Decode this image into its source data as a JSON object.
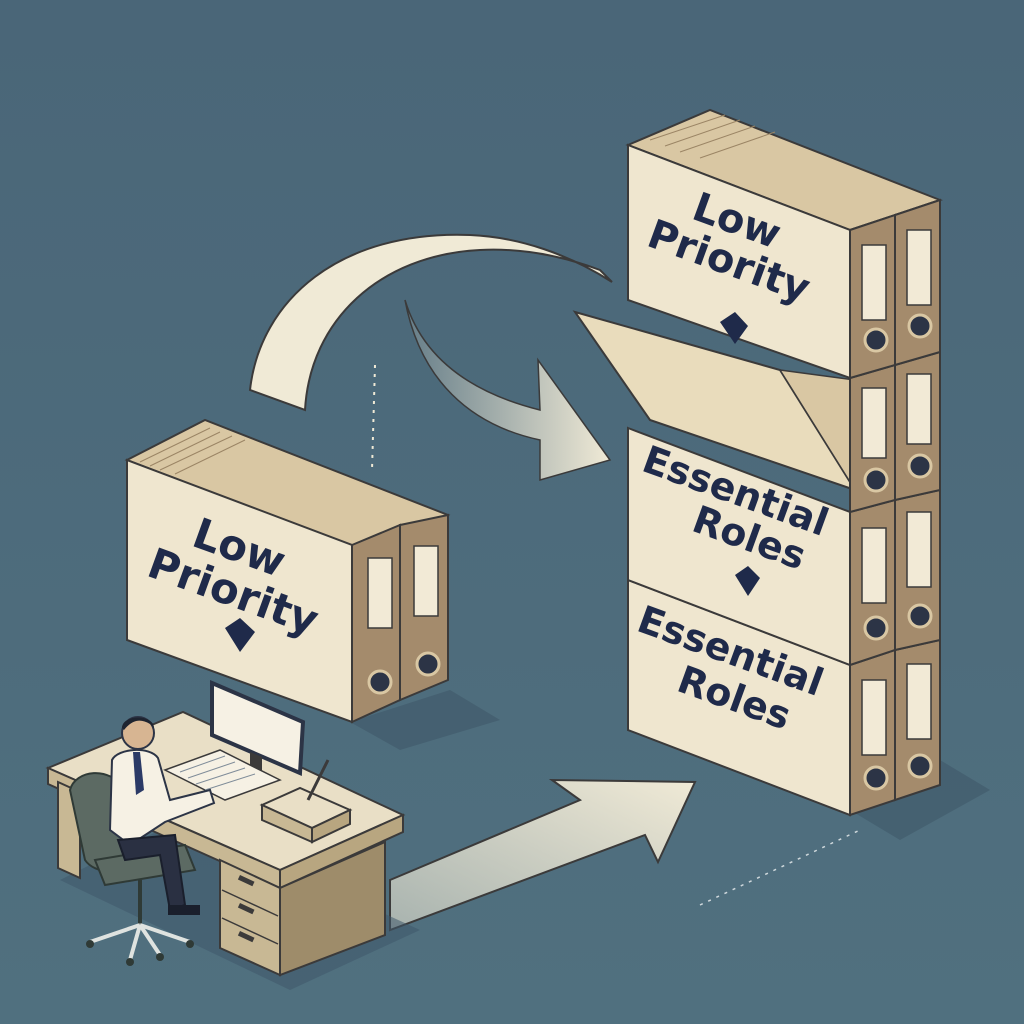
{
  "colors": {
    "background": "#4d6a7d",
    "binder_face": "#efe6cf",
    "binder_side": "#a48b6c",
    "binder_spine_top": "#d9c7a3",
    "outline": "#3b3a3a",
    "label_text": "#1f2a4a",
    "arrow_fill": "#f0ead6",
    "desk": "#e9dfc6",
    "chair": "#5c6a63",
    "monitor_screen": "#f6f1e4"
  },
  "binders": {
    "left_stack": {
      "line1": "Low",
      "line2": "Priority"
    },
    "right_top": {
      "line1": "Low",
      "line2": "Priority"
    },
    "right_middle": {
      "line1": "Essential",
      "line2": "Roles"
    },
    "right_bottom": {
      "line1": "Essential",
      "line2": "Roles"
    }
  },
  "icons": [
    "star-icon",
    "curved-arrow",
    "straight-arrow",
    "desk",
    "office-chair",
    "monitor",
    "person"
  ]
}
